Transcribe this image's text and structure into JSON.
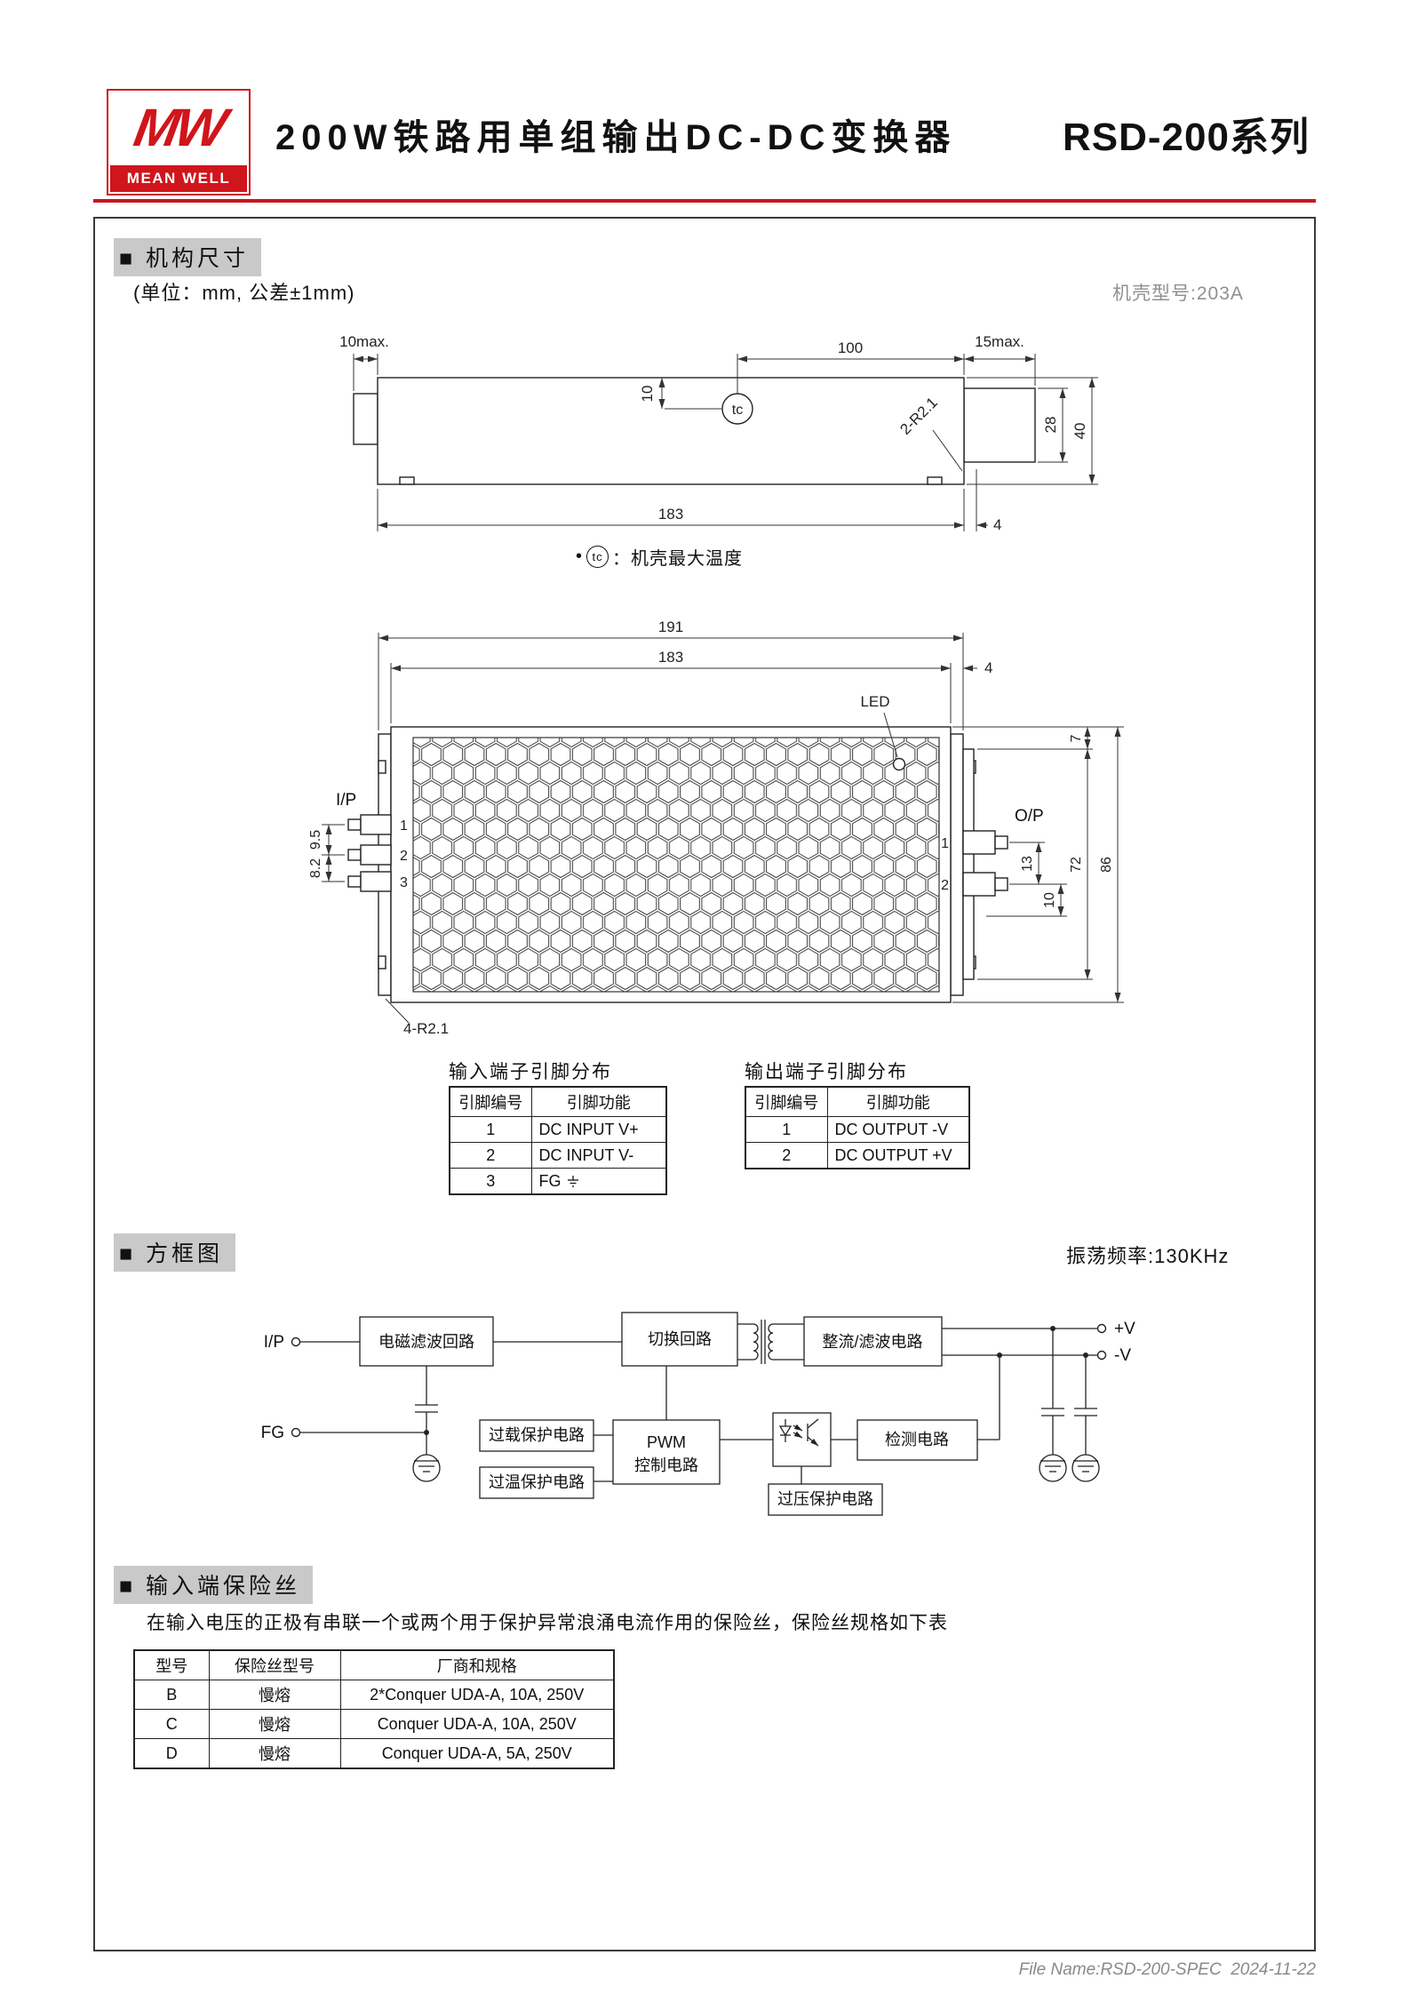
{
  "header": {
    "logo": {
      "monogram": "MW",
      "wordmark": "MEAN WELL"
    },
    "title": "200W铁路用单组输出DC-DC变换器",
    "series": "RSD-200系列"
  },
  "mech": {
    "section_title": "■ 机构尺寸",
    "unit_note": "(单位：mm, 公差±1mm)",
    "case_model": "机壳型号:203A",
    "side_view": {
      "dim_left_max": "10max.",
      "dim_top_100": "100",
      "dim_right_max": "15max.",
      "dim_tc_offset": "10",
      "tc_label": "tc",
      "corner_note": "2-R2.1",
      "dim_28": "28",
      "dim_40": "40",
      "dim_183": "183",
      "dim_4": "4"
    },
    "tc_note": {
      "bullet": "•",
      "tc": "tc",
      "text": "：机壳最大温度"
    },
    "top_view": {
      "dim_191": "191",
      "dim_183": "183",
      "dim_4": "4",
      "led_label": "LED",
      "ip_label": "I/P",
      "op_label": "O/P",
      "pin_left_1": "1",
      "pin_left_2": "2",
      "pin_left_3": "3",
      "pin_right_1": "1",
      "pin_right_2": "2",
      "dim_95": "9.5",
      "dim_82": "8.2",
      "dim_7": "7",
      "dim_72": "72",
      "dim_86": "86",
      "dim_13": "13",
      "dim_10": "10",
      "corner_note": "4-R2.1"
    },
    "input_pins": {
      "title": "输入端子引脚分布",
      "headers": [
        "引脚编号",
        "引脚功能"
      ],
      "rows": [
        [
          "1",
          "DC INPUT V+"
        ],
        [
          "2",
          "DC INPUT V-"
        ],
        [
          "3",
          "FG"
        ]
      ]
    },
    "output_pins": {
      "title": "输出端子引脚分布",
      "headers": [
        "引脚编号",
        "引脚功能"
      ],
      "rows": [
        [
          "1",
          "DC OUTPUT -V"
        ],
        [
          "2",
          "DC OUTPUT +V"
        ]
      ]
    }
  },
  "block_diagram": {
    "section_title": "■ 方框图",
    "frequency_note": "振荡频率:130KHz",
    "ip_label": "I/P",
    "fg_label": "FG",
    "output_pos": "+V",
    "output_neg": "-V",
    "blocks": {
      "emi_filter": "电磁滤波回路",
      "switching": "切换回路",
      "rectifier_filter": "整流/滤波电路",
      "overload_protection": "过载保护电路",
      "overtemp_protection": "过温保护电路",
      "pwm_line1": "PWM",
      "pwm_line2": "控制电路",
      "detection": "检测电路",
      "overvoltage_protection": "过压保护电路"
    }
  },
  "fuse": {
    "section_title": "■ 输入端保险丝",
    "description": "在输入电压的正极有串联一个或两个用于保护异常浪涌电流作用的保险丝，保险丝规格如下表",
    "headers": [
      "型号",
      "保险丝型号",
      "厂商和规格"
    ],
    "rows": [
      [
        "B",
        "慢熔",
        "2*Conquer UDA-A, 10A, 250V"
      ],
      [
        "C",
        "慢熔",
        "Conquer UDA-A, 10A, 250V"
      ],
      [
        "D",
        "慢熔",
        "Conquer UDA-A, 5A, 250V"
      ]
    ]
  },
  "footer": {
    "file_name": "File Name:RSD-200-SPEC  2024-11-22"
  },
  "colors": {
    "brand_red": "#c8161d",
    "section_highlight": "#c9c9c9",
    "muted_grey": "#909090"
  }
}
